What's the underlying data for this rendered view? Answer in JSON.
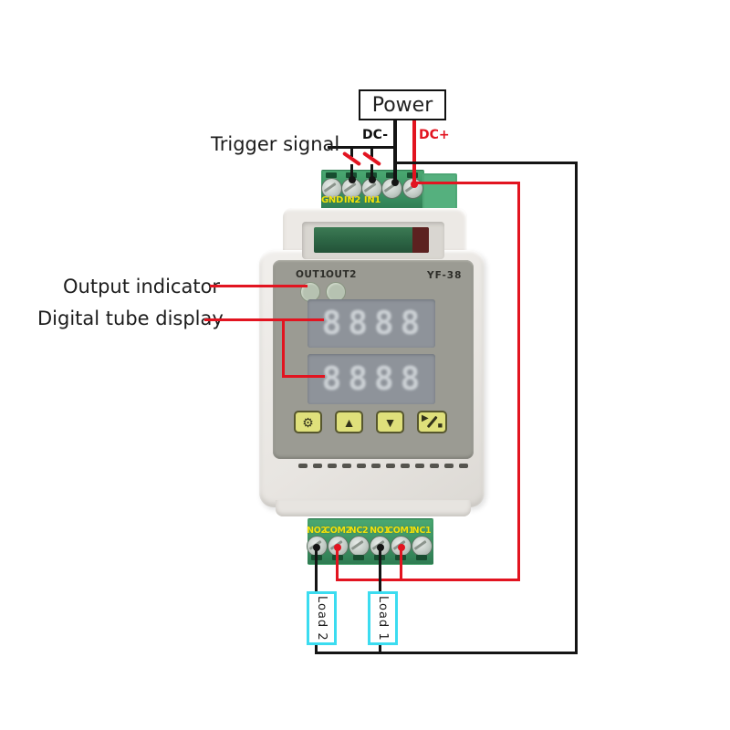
{
  "annotations": {
    "power": "Power",
    "dc_minus": "DC-",
    "dc_plus": "DC+",
    "trigger": "Trigger signal",
    "output_indicator": "Output indicator",
    "digital_tube": "Digital tube display",
    "load2": "Load 2",
    "load1": "Load 1"
  },
  "device": {
    "model": "YF-38",
    "led_labels": [
      "OUT1",
      "OUT2"
    ],
    "display_rows": [
      "8888",
      "8888"
    ],
    "buttons": [
      {
        "name": "set",
        "glyph": "⚙"
      },
      {
        "name": "up",
        "glyph": "▲"
      },
      {
        "name": "down",
        "glyph": "▼"
      },
      {
        "name": "start-stop",
        "glyph_play": "▶",
        "glyph_stop": "■"
      }
    ]
  },
  "top_block": {
    "labels": [
      "GND",
      "IN2",
      "IN1"
    ]
  },
  "bottom_block": {
    "labels": [
      "NO2",
      "COM2",
      "NC2",
      "NO1",
      "COM1",
      "NC1"
    ]
  },
  "colors": {
    "wire_black": "#141414",
    "wire_red": "#e21420",
    "annotation_red": "#e21420",
    "terminal_green": "#3c9263",
    "label_yellow": "#f2e30c",
    "load_border": "#3bdcf0",
    "button_yellow": "#dfe07b",
    "panel_gray": "#9b9b93"
  }
}
